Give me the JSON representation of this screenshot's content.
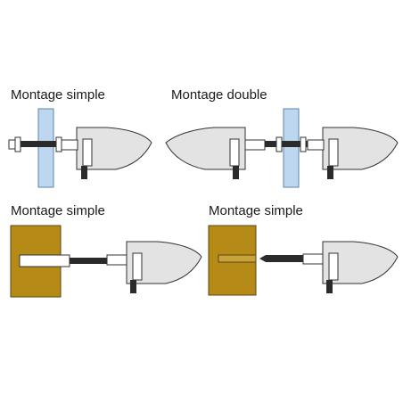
{
  "captions": {
    "top_left": "Montage simple",
    "top_right": "Montage double",
    "bottom_left": "Montage simple",
    "bottom_right": "Montage simple"
  },
  "colors": {
    "glass": "#bcd7ef",
    "wood": "#b58a17",
    "body": "#e3e3e3",
    "thread": "#2b2b2b"
  }
}
